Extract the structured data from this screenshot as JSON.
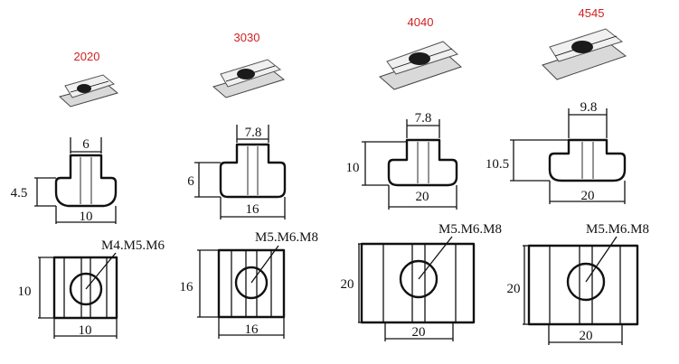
{
  "sizes": [
    {
      "label": "2020",
      "profile": {
        "top_width": "6",
        "height": "4.5",
        "bottom_width": "10"
      },
      "face": {
        "thread": "M4.M5.M6",
        "height": "10",
        "width": "10"
      }
    },
    {
      "label": "3030",
      "profile": {
        "top_width": "7.8",
        "height": "6",
        "bottom_width": "16"
      },
      "face": {
        "thread": "M5.M6.M8",
        "height": "16",
        "width": "16"
      }
    },
    {
      "label": "4040",
      "profile": {
        "top_width": "7.8",
        "height": "10",
        "bottom_width": "20"
      },
      "face": {
        "thread": "M5.M6.M8",
        "height": "20",
        "width": "20"
      }
    },
    {
      "label": "4545",
      "profile": {
        "top_width": "9.8",
        "height": "10.5",
        "bottom_width": "20"
      },
      "face": {
        "thread": "M5.M6.M8",
        "height": "20",
        "width": "20"
      }
    }
  ],
  "colors": {
    "label": "#d02020",
    "line": "#111111"
  }
}
